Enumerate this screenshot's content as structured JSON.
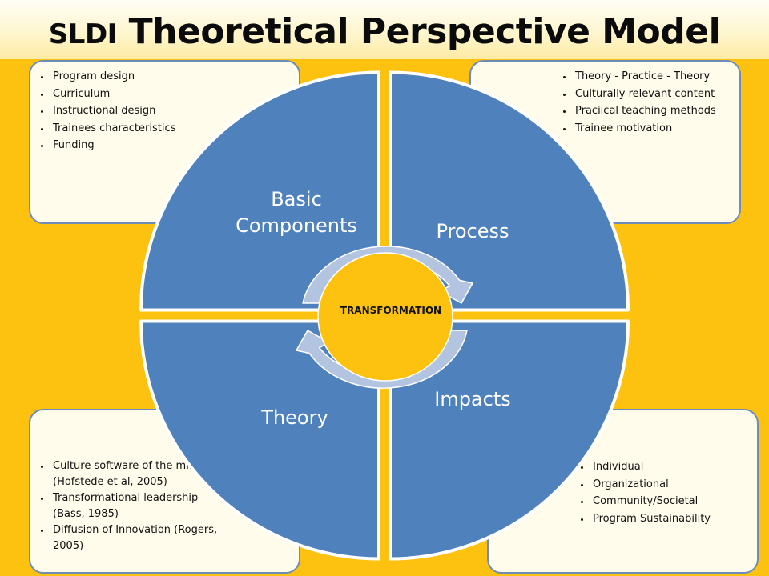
{
  "title": {
    "lead": "SLDI",
    "rest": "Theoretical Perspective Model"
  },
  "quadrants": {
    "basic_components": "Basic\nComponents",
    "process": "Process",
    "impacts": "Impacts",
    "theory": "Theory"
  },
  "center": "TRANSFORMATION",
  "boxes": {
    "top_left": [
      "Program design",
      "Curriculum",
      "Instructional design",
      "Trainees characteristics",
      "Funding"
    ],
    "top_right": [
      "Theory - Practice - Theory",
      "Culturally relevant content",
      "Praciical teaching methods",
      "Trainee motivation"
    ],
    "bottom_left": [
      "Culture software of the mind (Hofstede et al, 2005)",
      "Transformational leadership (Bass, 1985)",
      "Diffusion of Innovation (Rogers, 2005)"
    ],
    "bottom_right": [
      "Individual",
      "Organizational",
      "Community/Societal",
      "Program Sustainability"
    ]
  },
  "colors": {
    "background": "#FDC10F",
    "quadrant_fill": "#4F81BD",
    "quadrant_border": "#FFFFFF",
    "center_fill": "#FDC10F",
    "cycle_arrows": "#B3C4E0",
    "box_fill": "#FFFCEB",
    "box_border": "#6E8CB8"
  }
}
